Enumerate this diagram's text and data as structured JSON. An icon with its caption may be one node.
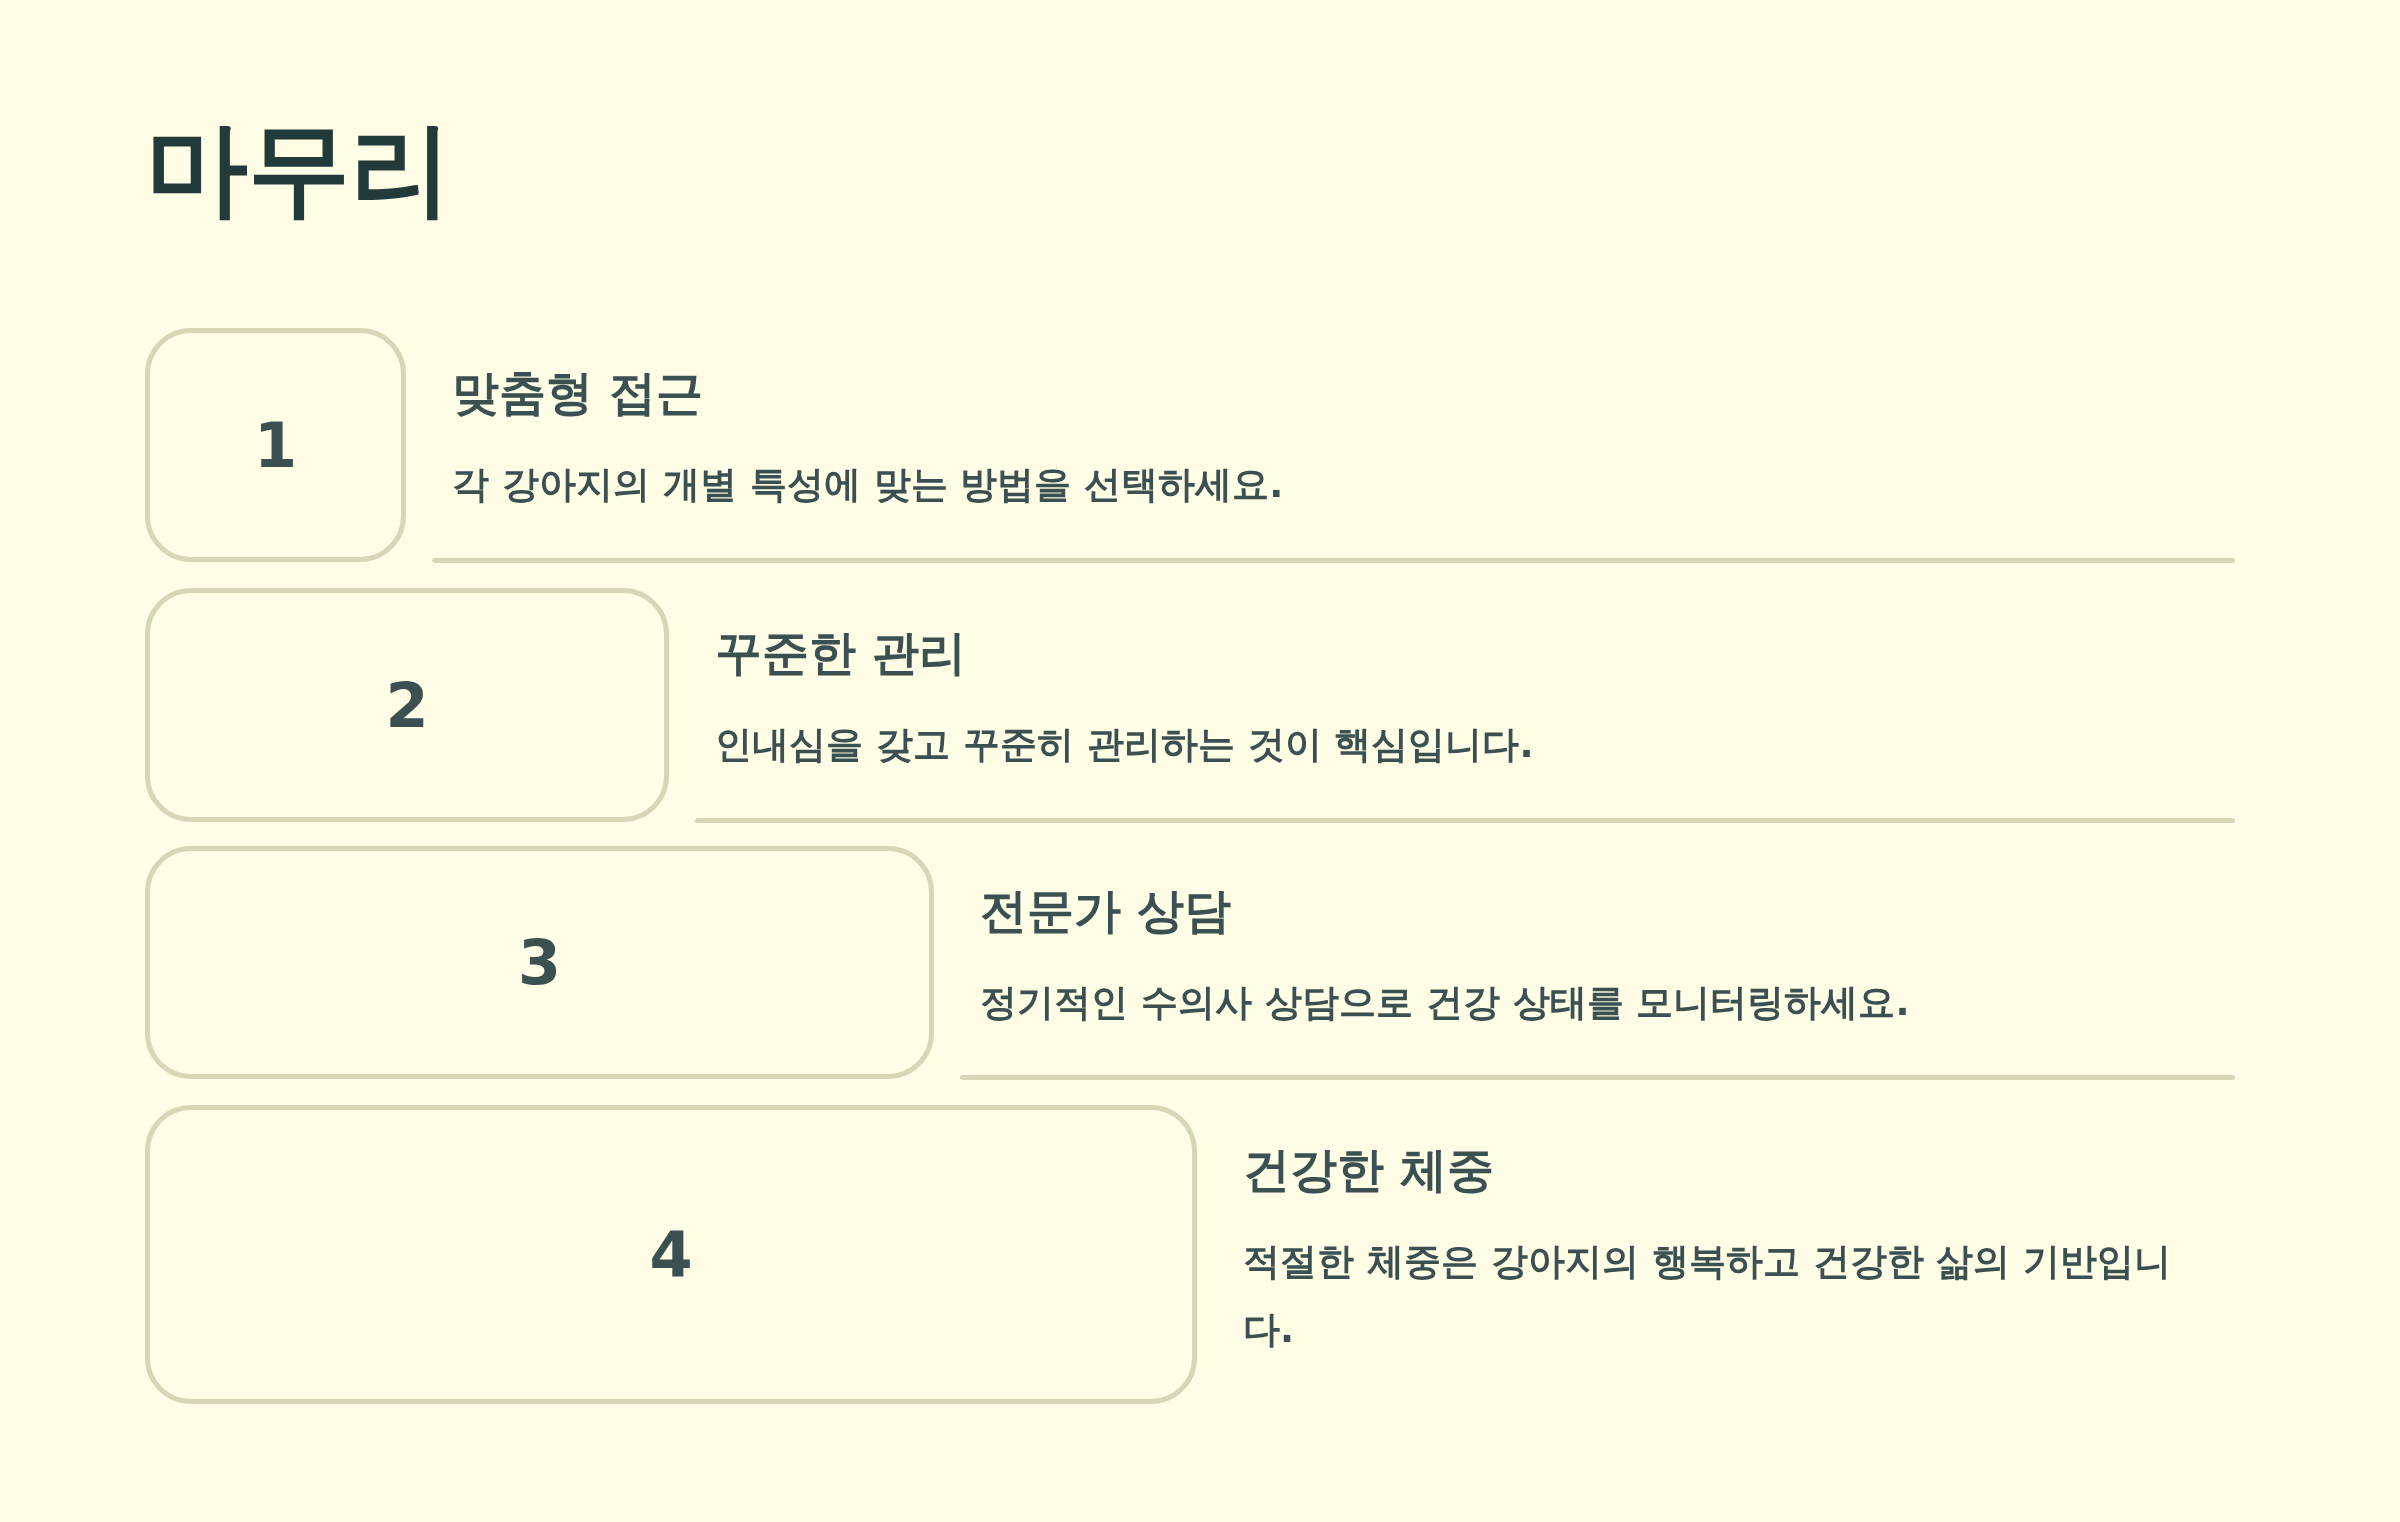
{
  "diagram": {
    "title": "마무리",
    "nodes": [
      {
        "text": [
          "1"
        ],
        "beside": [
          "맞춤형 접근",
          "각 강아지의 개별 특성에 맞는 방법을 선택하세요."
        ]
      },
      {
        "text": [
          "2"
        ],
        "beside": [
          "꾸준한 관리",
          "인내심을 갖고 꾸준히 관리하는 것이 핵심입니다."
        ]
      },
      {
        "text": [
          "3"
        ],
        "beside": [
          "전문가 상담",
          "정기적인 수의사 상담으로 건강 상태를 모니터링하세요."
        ]
      },
      {
        "text": [
          "4"
        ],
        "beside": [
          "건강한 체중",
          "적절한 체중은 강아지의 행복하고 건강한 삶의 기반입니다."
        ]
      }
    ]
  }
}
